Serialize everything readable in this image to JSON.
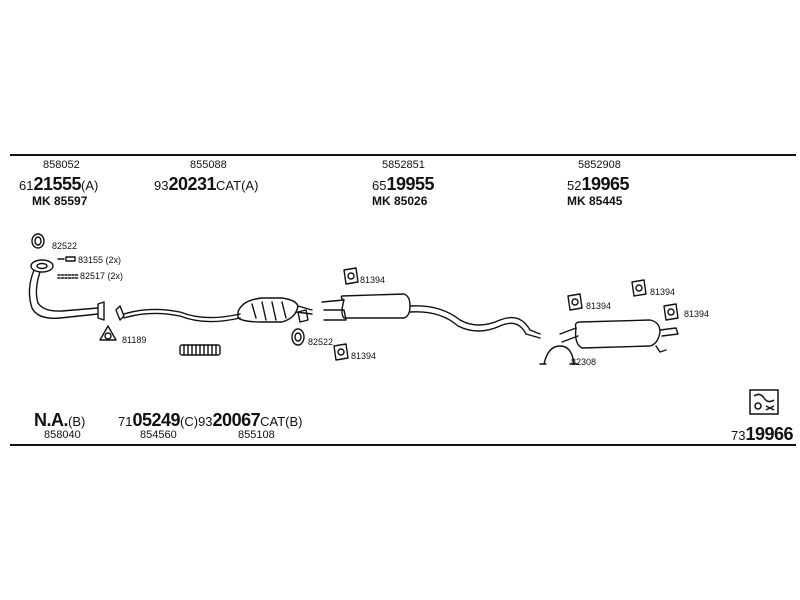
{
  "top_groups": [
    {
      "ref": "858052",
      "prefix": "61",
      "main": "21555",
      "suffix": "(A)",
      "mk": "MK  85597"
    },
    {
      "ref": "855088",
      "prefix": "93",
      "main": "20231",
      "suffix": "CAT(A)",
      "mk": ""
    },
    {
      "ref": "5852851",
      "prefix": "65",
      "main": "19955",
      "suffix": "",
      "mk": "MK  85026"
    },
    {
      "ref": "5852908",
      "prefix": "52",
      "main": "19965",
      "suffix": "",
      "mk": "MK  85445"
    }
  ],
  "part_labels": {
    "p82522_top": "82522",
    "p83155": "83155 (2x)",
    "p82517": "82517 (2x)",
    "p81189": "81189",
    "p82522_mid": "82522",
    "p81394_a": "81394",
    "p81394_b": "81394",
    "p81394_c": "81394",
    "p81394_d": "81394",
    "p81394_e": "81394",
    "p82308": "82308"
  },
  "bottom": {
    "na_main": "N.A.",
    "na_suffix": "(B)",
    "na_ref": "858040",
    "b1_prefix": "71",
    "b1_main": "05249",
    "b1_suffix": "(C)",
    "b2_prefix": "93",
    "b2_main": "20067",
    "b2_suffix": "CAT(B)",
    "b1_ref": "854560",
    "b2_ref": "855108",
    "right_prefix": "73",
    "right_main": "19966"
  },
  "colors": {
    "line": "#111111",
    "background": "#ffffff"
  },
  "icons": [
    "gasket-ring-icon",
    "clamp-icon",
    "bolt-icon",
    "rubber-hanger-icon",
    "flex-pipe-icon",
    "catalytic-converter-icon",
    "silencer-icon",
    "legend-icon"
  ]
}
